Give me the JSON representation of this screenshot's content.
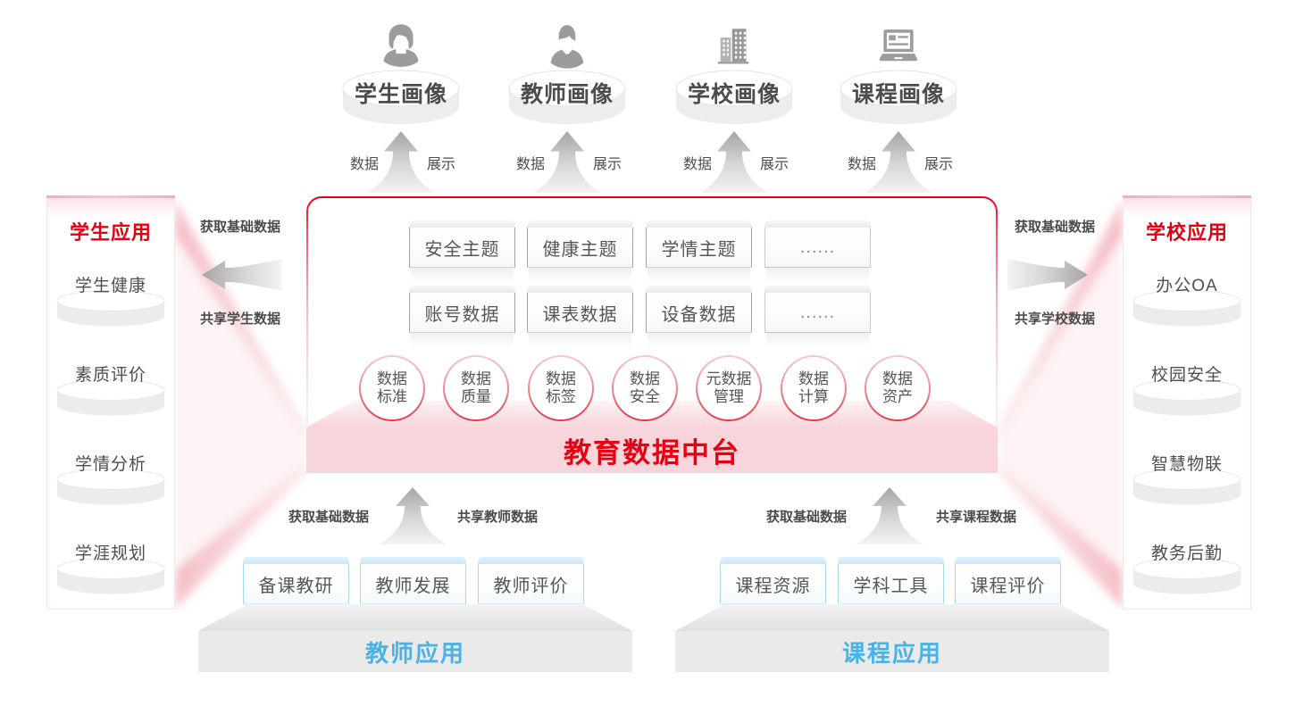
{
  "colors": {
    "accent_red": "#e60012",
    "band_pink": "#f8d5da",
    "app_blue": "#49b2e7",
    "icon_gray": "#9c9c9c",
    "text_gray": "#555555"
  },
  "top_portraits": [
    {
      "label": "学生画像",
      "icon": "student-icon",
      "left_flow": "数据",
      "right_flow": "展示"
    },
    {
      "label": "教师画像",
      "icon": "teacher-icon",
      "left_flow": "数据",
      "right_flow": "展示"
    },
    {
      "label": "学校画像",
      "icon": "school-icon",
      "left_flow": "数据",
      "right_flow": "展示"
    },
    {
      "label": "课程画像",
      "icon": "course-icon",
      "left_flow": "数据",
      "right_flow": "展示"
    }
  ],
  "left_panel": {
    "title": "学生应用",
    "items": [
      "学生健康",
      "素质评价",
      "学情分析",
      "学涯规划"
    ],
    "arrow_top_label": "获取基础数据",
    "arrow_bottom_label": "共享学生数据"
  },
  "right_panel": {
    "title": "学校应用",
    "items": [
      "办公OA",
      "校园安全",
      "智慧物联",
      "教务后勤"
    ],
    "arrow_top_label": "获取基础数据",
    "arrow_bottom_label": "共享学校数据"
  },
  "center": {
    "title": "教育数据中台",
    "theme_boxes": [
      "安全主题",
      "健康主题",
      "学情主题",
      "......"
    ],
    "data_boxes": [
      "账号数据",
      "课表数据",
      "设备数据",
      "......"
    ],
    "capability_circles": [
      {
        "line1": "数据",
        "line2": "标准"
      },
      {
        "line1": "数据",
        "line2": "质量"
      },
      {
        "line1": "数据",
        "line2": "标签"
      },
      {
        "line1": "数据",
        "line2": "安全"
      },
      {
        "line1": "元数据",
        "line2": "管理"
      },
      {
        "line1": "数据",
        "line2": "计算"
      },
      {
        "line1": "数据",
        "line2": "资产"
      }
    ]
  },
  "bottom_groups": [
    {
      "title": "教师应用",
      "boxes": [
        "备课教研",
        "教师发展",
        "教师评价"
      ],
      "arrow_left_label": "获取基础数据",
      "arrow_right_label": "共享教师数据"
    },
    {
      "title": "课程应用",
      "boxes": [
        "课程资源",
        "学科工具",
        "课程评价"
      ],
      "arrow_left_label": "获取基础数据",
      "arrow_right_label": "共享课程数据"
    }
  ]
}
